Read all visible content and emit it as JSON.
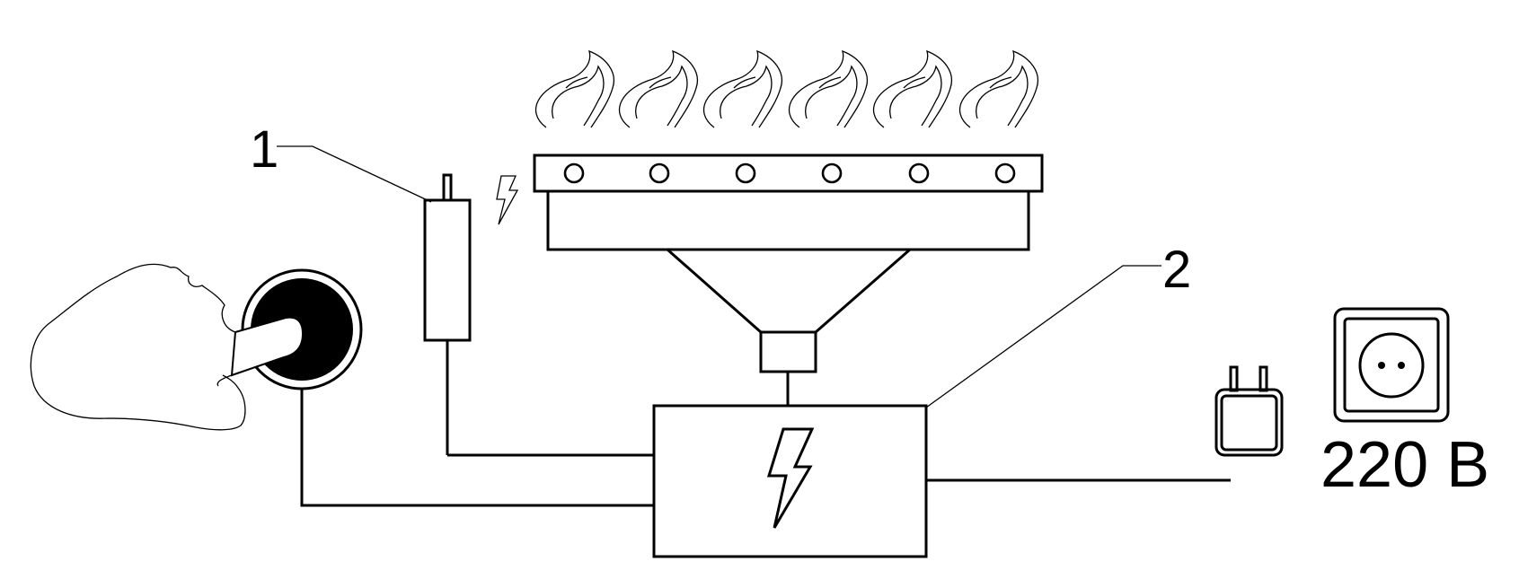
{
  "labels": {
    "igniter_number": "1",
    "control_unit_number": "2",
    "voltage": "220 В"
  },
  "components": {
    "flames": {
      "icon": "flame-icon",
      "count": 6
    },
    "burner_nozzles": {
      "count": 6
    },
    "spark": {
      "icon": "spark-icon"
    },
    "control_unit": {
      "icon": "lightning-bolt-icon"
    },
    "push_button": {
      "icon": "push-button-icon"
    },
    "hand": {
      "icon": "pointing-hand-icon"
    },
    "plug": {
      "icon": "power-plug-icon"
    },
    "socket": {
      "icon": "wall-socket-icon"
    }
  },
  "colors": {
    "line": "#000000",
    "background": "#ffffff"
  }
}
